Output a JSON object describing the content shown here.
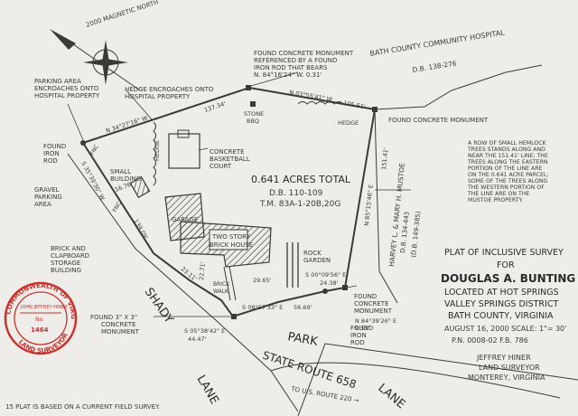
{
  "north": {
    "label": "2000 MAGNETIC NORTH"
  },
  "stone_bbq": "STONE\nBBQ",
  "hospital": {
    "name": "BATH COUNTY COMMUNITY HOSPITAL",
    "db": "D.B. 138-276"
  },
  "notes": {
    "parking": [
      "PARKING AREA",
      "ENCROACHES ONTO",
      "HOSPITAL PROPERTY"
    ],
    "hedge_encroach": [
      "HEDGE ENCROACHES ONTO",
      "HOSPITAL PROPERTY"
    ],
    "found_monument_top": [
      "FOUND CONCRETE MONUMENT",
      "REFERENCED BY A FOUND",
      "IRON ROD THAT BEARS",
      "N. 84°16'24\" W. 0.31'"
    ],
    "found_iron_rod_left": [
      "FOUND",
      "IRON",
      "ROD"
    ],
    "gravel": [
      "GRAVEL",
      "PARKING",
      "AREA"
    ],
    "small_building": [
      "SMALL",
      "BUILDING"
    ],
    "storage": [
      "BRICK AND",
      "CLAPBOARD",
      "STORAGE",
      "BUILDING"
    ],
    "basketball": [
      "CONCRETE",
      "BASKETBALL",
      "COURT"
    ],
    "found_monument_right": "FOUND CONCRETE MONUMENT",
    "hemlock": [
      "A ROW OF SMALL HEMLOCK",
      "TREES STANDS ALONG AND",
      "NEAR THE 151.41' LINE; THE",
      "TREES ALONG THE EASTERN",
      "PORTION OF THE LINE ARE",
      "ON THE 0.641 ACRE PARCEL;",
      "SOME OF THE TREES ALONG",
      "THE WESTERN PORTION OF",
      "THE LINE ARE ON THE",
      "MUSTOE PROPERTY."
    ],
    "rock_garden": [
      "ROCK",
      "GARDEN"
    ],
    "found_monument_bottom_right": [
      "FOUND",
      "CONCRETE",
      "MONUMENT"
    ],
    "found_iron_rod_bottom": [
      "FOUND",
      "IRON",
      "ROD"
    ],
    "found_3x3": [
      "FOUND 3\" X 3\"",
      "CONCRETE",
      "MONUMENT"
    ],
    "field_survey": "15 PLAT IS BASED ON A CURRENT FIELD SURVEY."
  },
  "parcel": {
    "acres": "0.641 ACRES TOTAL",
    "db": "D.B. 110-109",
    "tm": "T.M. 83A-1-20B,20G"
  },
  "labels": {
    "hedge_left": "HEDGE",
    "hedge_top": "HEDGE",
    "garage": "GARAGE",
    "house": [
      "TWO STORY",
      "BRICK HOUSE"
    ],
    "brick_walk": [
      "BRICK",
      "WALK"
    ],
    "fnc1": "FNC",
    "fnc2": "FNC"
  },
  "bearings": {
    "b1": "N 34°27'16\" W",
    "b2": "137.34'",
    "b3": "N 03°55'41\" W",
    "b4": "105.51'",
    "b5": "151.41'",
    "b6": "N 85°15'46\" E",
    "b7": "S 35°39'30\" W",
    "b8": "16.76'",
    "b9": "139.09'",
    "b10": "23.11'",
    "b11": "22.71'",
    "b12": "29.65'",
    "b13": "S 00°09'56\" E",
    "b14": "24.38'",
    "b15": "S 08°57'33\" E",
    "b16": "56.69'",
    "b17": "S 05°38'42\" E",
    "b18": "44.47'",
    "b19": "N 84°39'26\" E",
    "b20": "9.53'"
  },
  "mustoe": {
    "owner": "HARVEY L. & MARY H. MUSTOE",
    "db1": "D.B. 134-443",
    "db2": "(D.B. 149-385)"
  },
  "roads": {
    "shady": [
      "SHADY",
      "LANE"
    ],
    "park": [
      "PARK",
      "LANE"
    ],
    "state_route": "STATE   ROUTE   658",
    "to_us": "TO U.S. ROUTE 220 →"
  },
  "title_block": {
    "line1": "PLAT OF INCLUSIVE SURVEY",
    "line2": "FOR",
    "line3": "DOUGLAS A. BUNTING",
    "line4": "LOCATED AT HOT SPRINGS",
    "line5": "VALLEY SPRINGS DISTRICT",
    "line6": "BATH COUNTY, VIRGINIA",
    "date": "AUGUST 16, 2000   SCALE: 1\"= 30'",
    "pn": "P.N. 0008-02         F.B. 786",
    "surveyor": "JEFFREY HINER",
    "title": "LAND SURVEYOR",
    "location": "MONTEREY, VIRGINIA"
  },
  "seal": {
    "top": "COMMONWEALTH OF VIRGINIA",
    "name": "JOHN JEFFREY HINER",
    "no": "No.",
    "number": "1464",
    "bottom": "LAND SURVEYOR"
  },
  "colors": {
    "seal": "#c8322b",
    "ink": "#3a3a3a",
    "paper": "#efedea"
  }
}
